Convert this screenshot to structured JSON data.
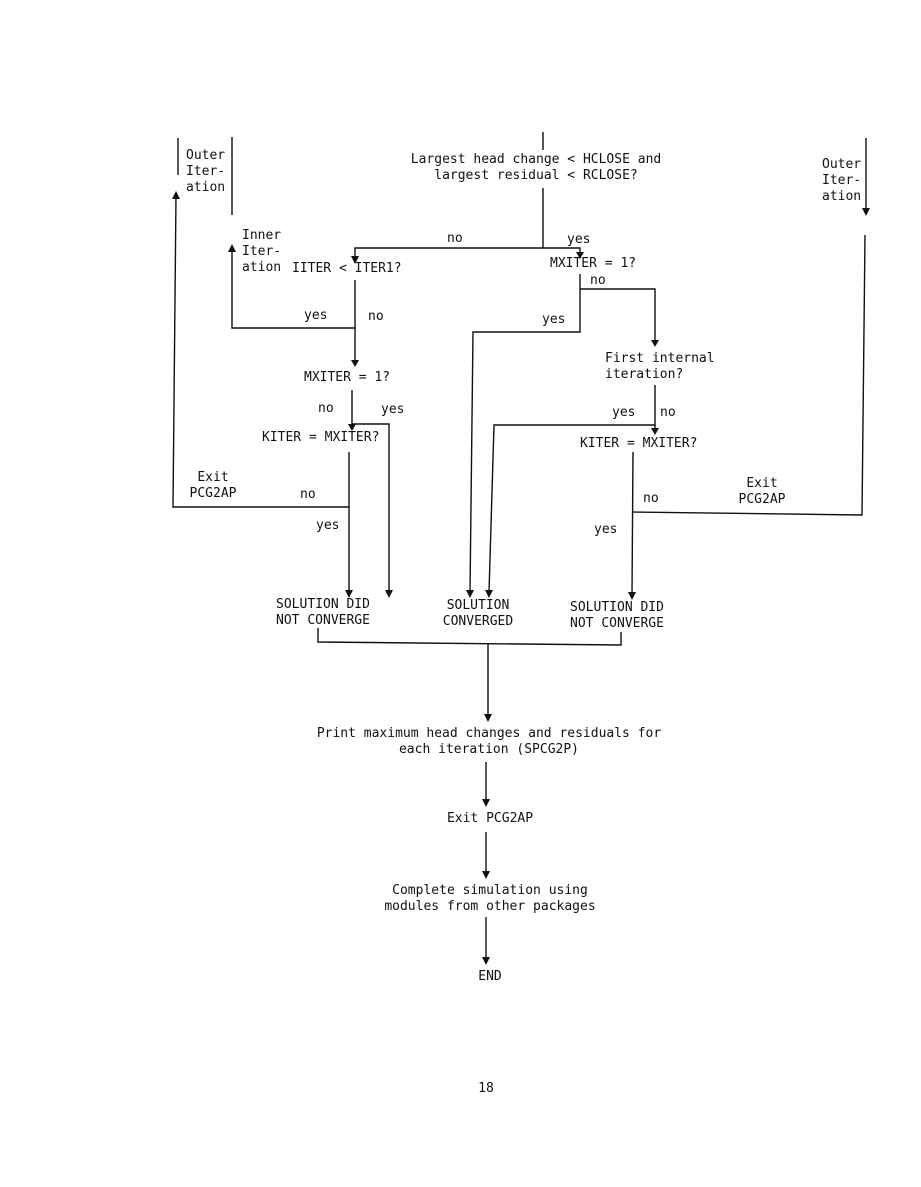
{
  "flowchart": {
    "decision_convergence": [
      "Largest head change < HCLOSE and",
      "largest residual < RCLOSE?"
    ],
    "decision_iiter": "IITER < ITER1?",
    "decision_mxiter_left": "MXITER = 1?",
    "decision_kiter_left": "KITER = MXITER?",
    "decision_mxiter_right": "MXITER = 1?",
    "decision_first_internal": [
      "First internal",
      "iteration?"
    ],
    "decision_kiter_right": "KITER = MXITER?",
    "label_outer_left": [
      "Outer",
      "Iter-",
      "ation"
    ],
    "label_outer_right": [
      "Outer",
      "Iter-",
      "ation"
    ],
    "label_inner": [
      "Inner",
      "Iter-",
      "ation"
    ],
    "label_exit_left": [
      "Exit",
      "PCG2AP"
    ],
    "label_exit_right": [
      "Exit",
      "PCG2AP"
    ],
    "label_yes": "yes",
    "label_no": "no",
    "result_left": [
      "SOLUTION DID",
      "NOT CONVERGE"
    ],
    "result_center": [
      "SOLUTION",
      "CONVERGED"
    ],
    "result_right": [
      "SOLUTION DID",
      "NOT CONVERGE"
    ],
    "step_print": [
      "Print maximum head changes and residuals for",
      "each iteration (SPCG2P)"
    ],
    "step_exit": "Exit PCG2AP",
    "step_complete": [
      "Complete simulation using",
      "modules from other packages"
    ],
    "step_end": "END"
  },
  "page_number": "18"
}
